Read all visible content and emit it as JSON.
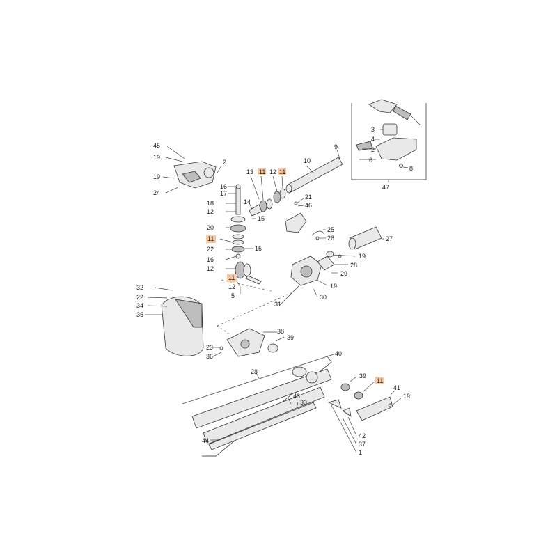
{
  "callouts": {
    "c45": "45",
    "c19a": "19",
    "c2a": "2",
    "c19b": "19",
    "c24": "24",
    "c16a": "16",
    "c17": "17",
    "c18": "18",
    "c12a": "12",
    "c13": "13",
    "c11a": "11",
    "c12b": "12",
    "c11b": "11",
    "c10": "10",
    "c9": "9",
    "c14": "14",
    "c15a": "15",
    "c20": "20",
    "c11c": "11",
    "c22a": "22",
    "c15b": "15",
    "c16b": "16",
    "c12c": "12",
    "c11d": "11",
    "c12d": "12",
    "c5": "5",
    "c21": "21",
    "c46": "46",
    "c25": "25",
    "c26": "26",
    "c27": "27",
    "c19c": "19",
    "c28": "28",
    "c29": "29",
    "c19d": "19",
    "c30": "30",
    "c31": "31",
    "c32": "32",
    "c22b": "22",
    "c34": "34",
    "c35": "35",
    "c38": "38",
    "c39a": "39",
    "c23a": "23",
    "c36": "36",
    "c40": "40",
    "c23b": "23",
    "c43": "43",
    "c33": "33",
    "c44": "44",
    "c39b": "39",
    "c11e": "11",
    "c41": "41",
    "c19e": "19",
    "c42": "42",
    "c37": "37",
    "c1": "1",
    "c3": "3",
    "c4": "4",
    "c2b": "2",
    "c6": "6",
    "c8": "8",
    "c47": "47"
  },
  "highlight_color": "#f5c9a6"
}
